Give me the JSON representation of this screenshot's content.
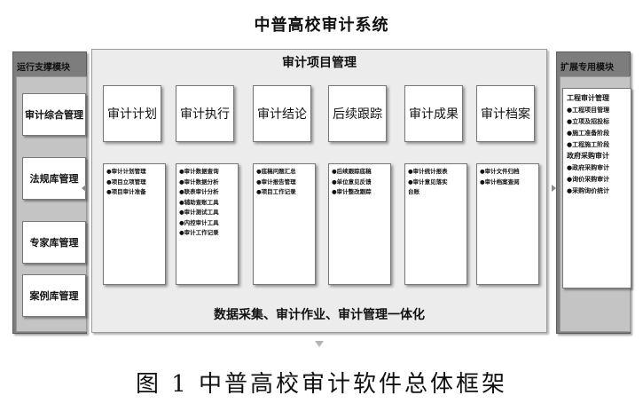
{
  "title": "中普高校审计系统",
  "left_panel": {
    "title": "运行支撑模块",
    "items": [
      "审计综合管理",
      "法规库管理",
      "专家库管理",
      "案例库管理"
    ]
  },
  "center_panel": {
    "title": "审计项目管理",
    "modules": [
      {
        "name": "审计计划",
        "items": [
          "●审计计划管理",
          "●项目立项管理",
          "●项目审计准备"
        ]
      },
      {
        "name": "审计执行",
        "items": [
          "●审计数据查询",
          "●审计数据分析",
          "●联表审计分析",
          "●辅助查账工具",
          "●审计测试工具",
          "●内控审计工具",
          "●审计工作记录"
        ]
      },
      {
        "name": "审计结论",
        "items": [
          "●底稿问题汇总",
          "●审计报告管理",
          "●项目工作记录"
        ]
      },
      {
        "name": "后续跟踪",
        "items": [
          "●后续跟踪底稿",
          "●单位意见反馈",
          "●审计整改跟踪"
        ]
      },
      {
        "name": "审计成果",
        "items": [
          "●审计统计报表",
          "●审计意见落实",
          "台账"
        ]
      },
      {
        "name": "审计档案",
        "items": [
          "●审计文件归档",
          "●审计档案查阅"
        ]
      }
    ],
    "footer": "数据采集、审计作业、审计管理一体化"
  },
  "right_panel": {
    "title": "扩展专用模块",
    "sections": [
      {
        "title": "工程审计管理",
        "items": [
          "●工程项目管理",
          "●立项及招投标",
          "●施工准备阶段",
          "●工程施工阶段"
        ]
      },
      {
        "title": "政府采购审计",
        "items": [
          "●政府采购审计",
          "●询价采购审计",
          "●采购询价统计"
        ]
      }
    ]
  },
  "caption": "图 1 中普高校审计软件总体框架"
}
